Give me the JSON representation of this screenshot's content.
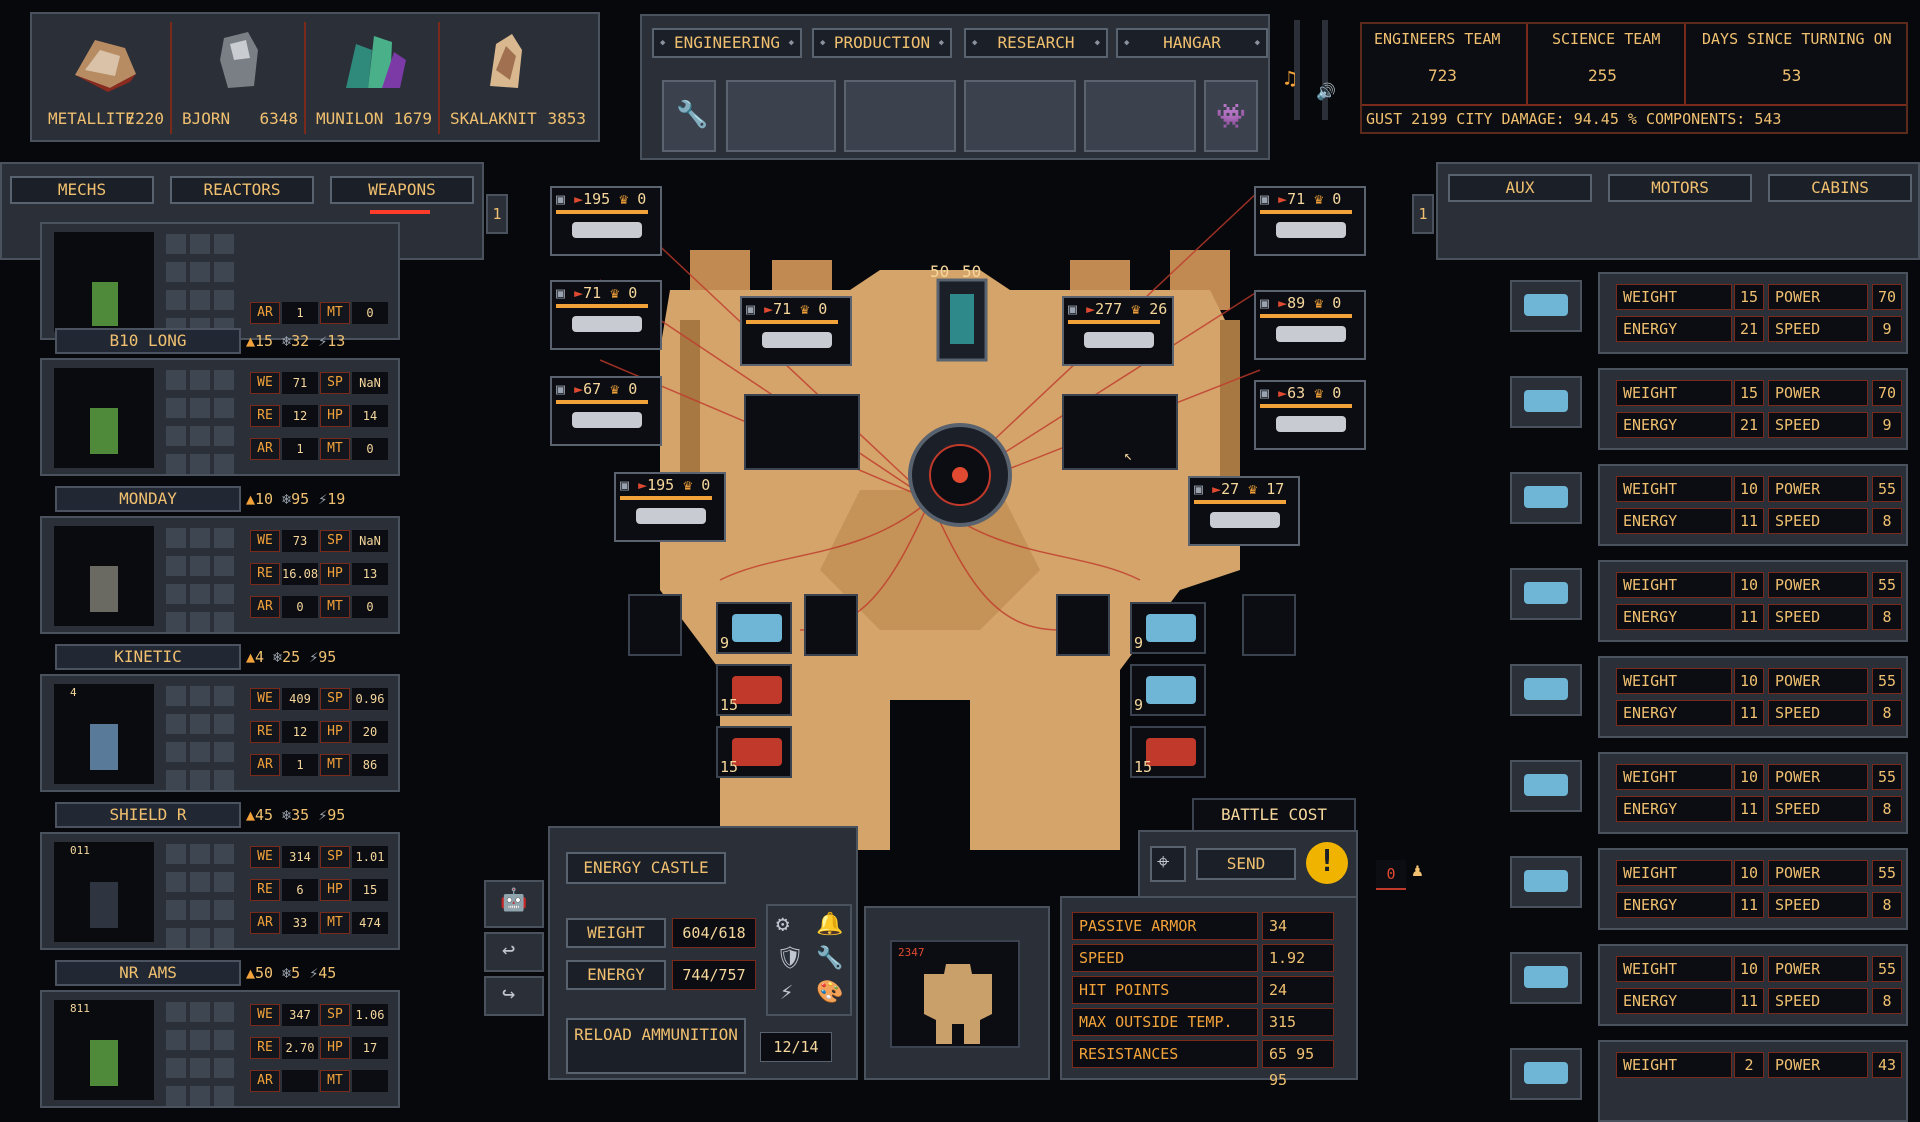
{
  "resources": [
    {
      "name": "METALLITE",
      "value": "7220"
    },
    {
      "name": "BJORN",
      "value": "6348"
    },
    {
      "name": "MUNILON",
      "value": "1679"
    },
    {
      "name": "SKALAKNIT",
      "value": "3853"
    }
  ],
  "top_tabs": [
    "ENGINEERING",
    "PRODUCTION",
    "RESEARCH",
    "HANGAR"
  ],
  "stats": {
    "headers": [
      "ENGINEERS TEAM",
      "SCIENCE TEAM",
      "DAYS SINCE TURNING ON"
    ],
    "values": [
      "723",
      "255",
      "53"
    ],
    "line": "GUST 2199  CITY DAMAGE: 94.45 %  COMPONENTS: 543"
  },
  "left_tabs": [
    "MECHS",
    "REACTORS",
    "WEAPONS"
  ],
  "right_tabs": [
    "AUX",
    "MOTORS",
    "CABINS"
  ],
  "mechs": [
    {
      "name": "",
      "fire": "",
      "frost": "",
      "bolt": "",
      "we": "",
      "sp": "",
      "re": "",
      "hp": "",
      "ar": "1",
      "mt": "0"
    },
    {
      "name": "B10 LONG",
      "fire": "15",
      "frost": "32",
      "bolt": "13",
      "we": "71",
      "sp": "NaN",
      "re": "12",
      "hp": "14",
      "ar": "1",
      "mt": "0"
    },
    {
      "name": "MONDAY",
      "fire": "10",
      "frost": "95",
      "bolt": "19",
      "we": "73",
      "sp": "NaN",
      "re": "16.08",
      "hp": "13",
      "ar": "0",
      "mt": "0"
    },
    {
      "name": "KINETIC",
      "fire": "4",
      "frost": "25",
      "bolt": "95",
      "we": "409",
      "sp": "0.96",
      "re": "12",
      "hp": "20",
      "ar": "1",
      "mt": "86"
    },
    {
      "name": "SHIELD R",
      "fire": "45",
      "frost": "35",
      "bolt": "95",
      "we": "314",
      "sp": "1.01",
      "re": "6",
      "hp": "15",
      "ar": "33",
      "mt": "474"
    },
    {
      "name": "NR AMS",
      "fire": "50",
      "frost": "5",
      "bolt": "45",
      "we": "347",
      "sp": "1.06",
      "re": "2.70",
      "hp": "17",
      "ar": "",
      "mt": ""
    }
  ],
  "stat_labels": {
    "we": "WE",
    "sp": "SP",
    "re": "RE",
    "hp": "HP",
    "ar": "AR",
    "mt": "MT"
  },
  "modules": [
    {
      "weight": "15",
      "power": "70",
      "energy": "21",
      "speed": "9"
    },
    {
      "weight": "15",
      "power": "70",
      "energy": "21",
      "speed": "9"
    },
    {
      "weight": "10",
      "power": "55",
      "energy": "11",
      "speed": "8"
    },
    {
      "weight": "10",
      "power": "55",
      "energy": "11",
      "speed": "8"
    },
    {
      "weight": "10",
      "power": "55",
      "energy": "11",
      "speed": "8"
    },
    {
      "weight": "10",
      "power": "55",
      "energy": "11",
      "speed": "8"
    },
    {
      "weight": "10",
      "power": "55",
      "energy": "11",
      "speed": "8"
    },
    {
      "weight": "10",
      "power": "55",
      "energy": "11",
      "speed": "8"
    },
    {
      "weight": "2",
      "power": "43",
      "energy": "",
      "speed": ""
    }
  ],
  "module_labels": {
    "weight": "WEIGHT",
    "power": "POWER",
    "energy": "ENERGY",
    "speed": "SPEED"
  },
  "weapons": [
    {
      "a": "195",
      "b": "0"
    },
    {
      "a": "71",
      "b": "0"
    },
    {
      "a": "67",
      "b": "0"
    },
    {
      "a": "195",
      "b": "0"
    },
    {
      "a": "71",
      "b": "0"
    },
    {
      "a": "71",
      "b": "0"
    },
    {
      "a": "89",
      "b": "0"
    },
    {
      "a": "63",
      "b": "0"
    },
    {
      "a": "277",
      "b": "26"
    },
    {
      "a": "27",
      "b": "17"
    }
  ],
  "reactor_counts": [
    "50",
    "50"
  ],
  "slot_counts": [
    "9",
    "15",
    "15",
    "9",
    "9",
    "15"
  ],
  "mech_side_numbers": [
    "1",
    "1"
  ],
  "mech_card_ids": [
    "4",
    "011",
    "811"
  ],
  "bottom": {
    "mech_name": "ENERGY CASTLE",
    "weight_label": "WEIGHT",
    "weight_value": "604/618",
    "energy_label": "ENERGY",
    "energy_value": "744/757",
    "reload_label": "RELOAD AMMUNITION",
    "ammo": "12/14",
    "preview_value": "2347",
    "battle_cost": "BATTLE COST",
    "send": "SEND",
    "counter": "0"
  },
  "mech_stats": [
    {
      "label": "PASSIVE ARMOR",
      "value": "34"
    },
    {
      "label": "SPEED",
      "value": "1.92"
    },
    {
      "label": "HIT POINTS",
      "value": "24"
    },
    {
      "label": "MAX OUTSIDE TEMP.",
      "value": "315"
    },
    {
      "label": "RESISTANCES",
      "value": "65 95 95"
    }
  ],
  "colors": {
    "accent": "#f3a23a",
    "panel": "#2a2f38",
    "hull": "#d4a46a",
    "wire": "#c0392b"
  }
}
